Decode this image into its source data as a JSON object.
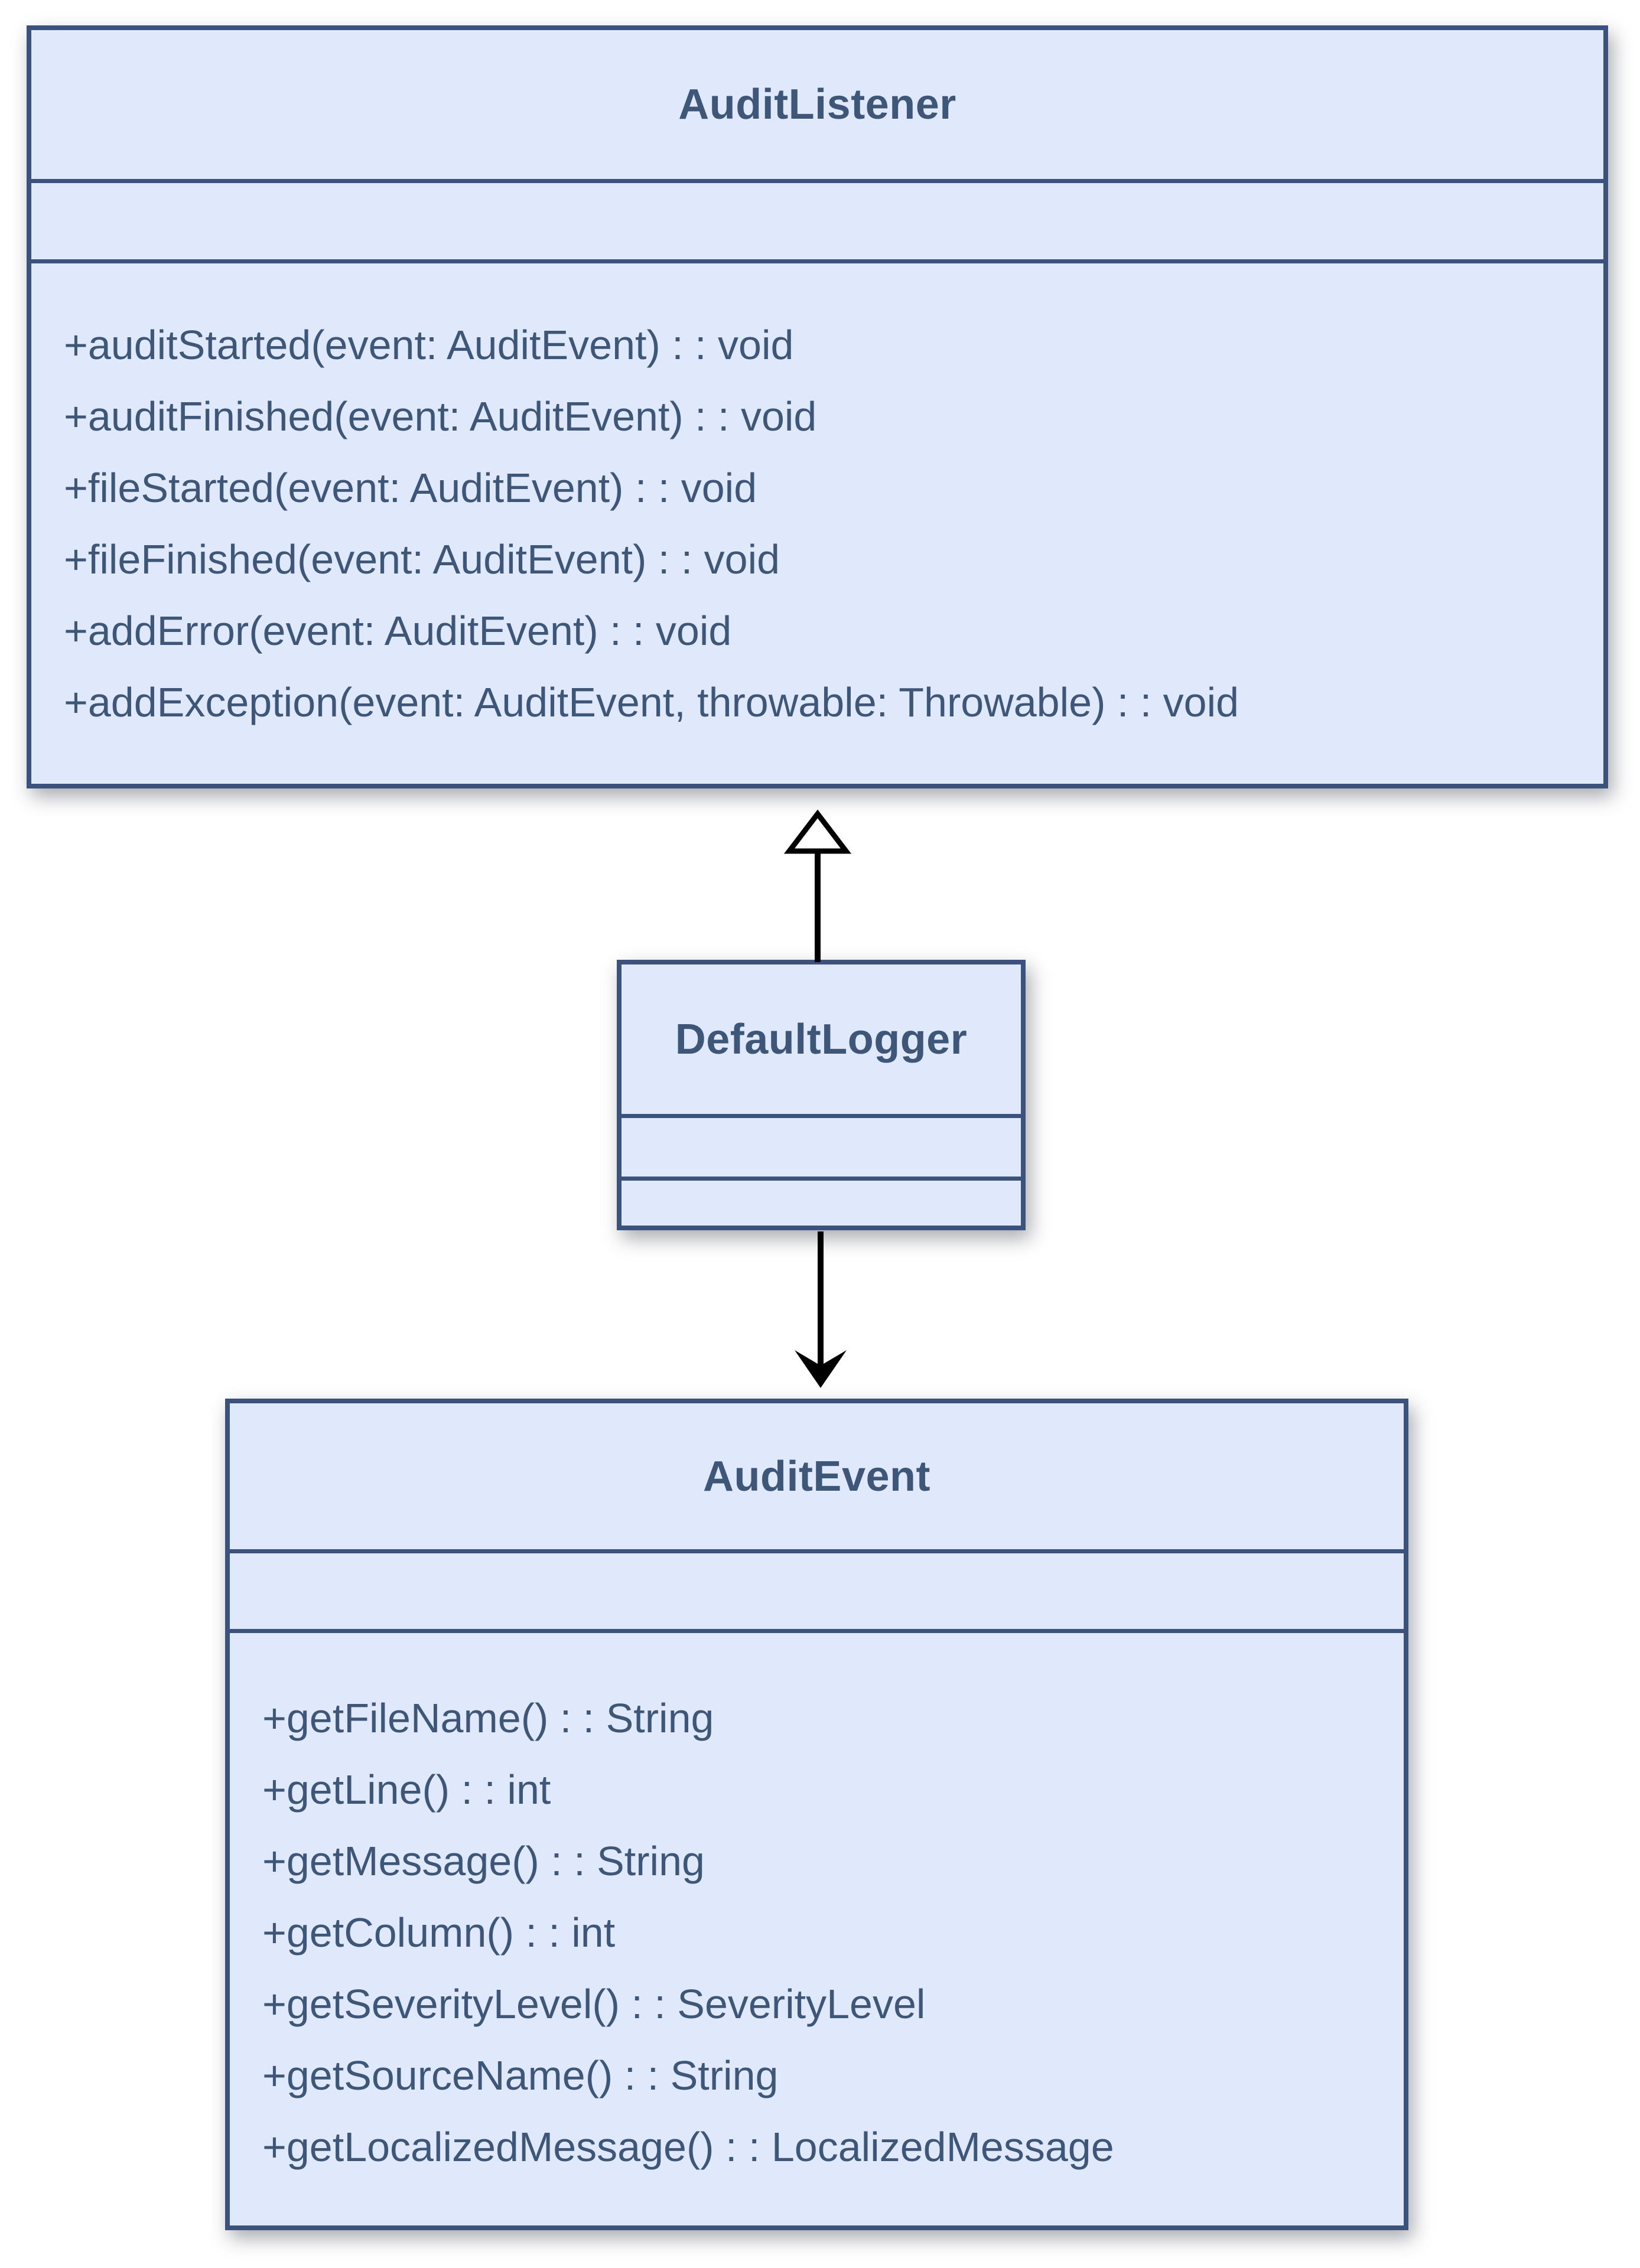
{
  "diagram": {
    "title": "Checkstyle audit UML class diagram",
    "colors": {
      "box_fill": "#e0e9fb",
      "box_stroke": "#3a527c",
      "text": "#3e5778",
      "edge": "#000000",
      "background": "#ffffff"
    },
    "classes": [
      {
        "name": "AuditListener",
        "attributes": [],
        "methods": [
          "+auditStarted(event: AuditEvent) : : void",
          "+auditFinished(event: AuditEvent) : : void",
          "+fileStarted(event: AuditEvent) : : void",
          "+fileFinished(event: AuditEvent) : : void",
          "+addError(event: AuditEvent) : : void",
          "+addException(event: AuditEvent, throwable: Throwable) : : void"
        ]
      },
      {
        "name": "DefaultLogger",
        "attributes": [],
        "methods": []
      },
      {
        "name": "AuditEvent",
        "attributes": [],
        "methods": [
          "+getFileName() : : String",
          "+getLine() : : int",
          "+getMessage() : : String",
          "+getColumn() : : int",
          "+getSeverityLevel() : : SeverityLevel",
          "+getSourceName() : : String",
          "+getLocalizedMessage() : : LocalizedMessage"
        ]
      }
    ],
    "relationships": [
      {
        "from": "DefaultLogger",
        "to": "AuditListener",
        "type": "generalization"
      },
      {
        "from": "DefaultLogger",
        "to": "AuditEvent",
        "type": "directed-association"
      }
    ]
  }
}
